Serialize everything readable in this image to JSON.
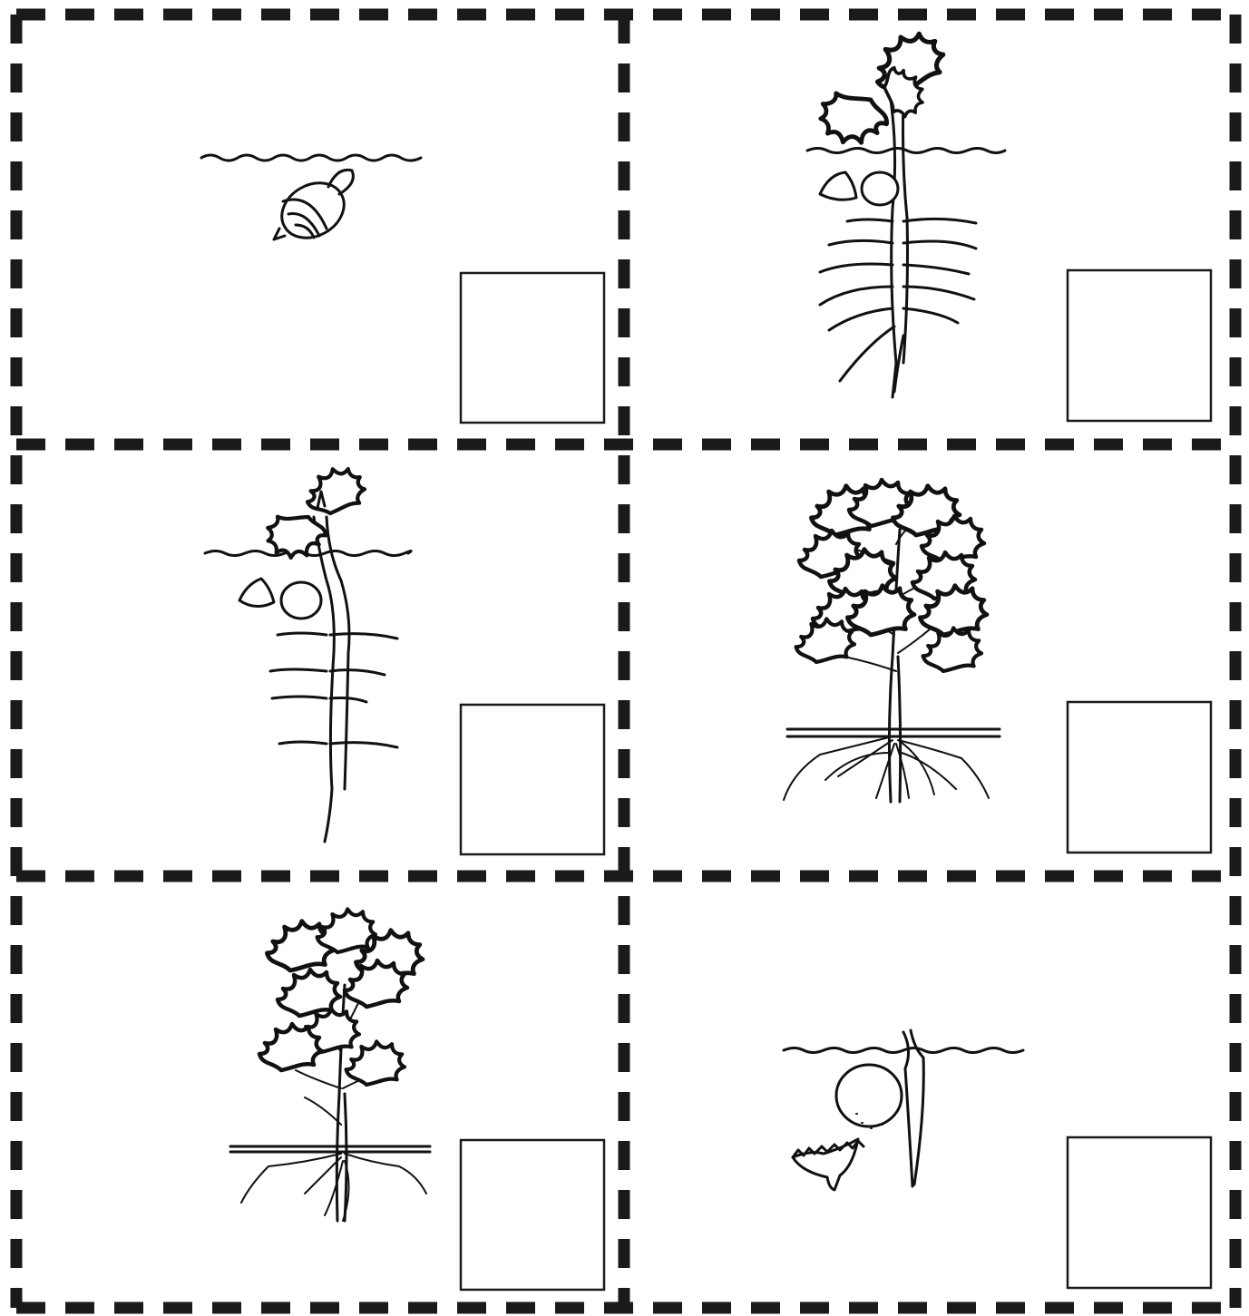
{
  "worksheet": {
    "cards": [
      {
        "stage": "acorn-in-soil",
        "answer": ""
      },
      {
        "stage": "seedling-with-first-leaves",
        "answer": ""
      },
      {
        "stage": "sprouting-seedling",
        "answer": ""
      },
      {
        "stage": "mature-oak-tree",
        "answer": ""
      },
      {
        "stage": "young-sapling",
        "answer": ""
      },
      {
        "stage": "germinating-acorn",
        "answer": ""
      }
    ]
  }
}
